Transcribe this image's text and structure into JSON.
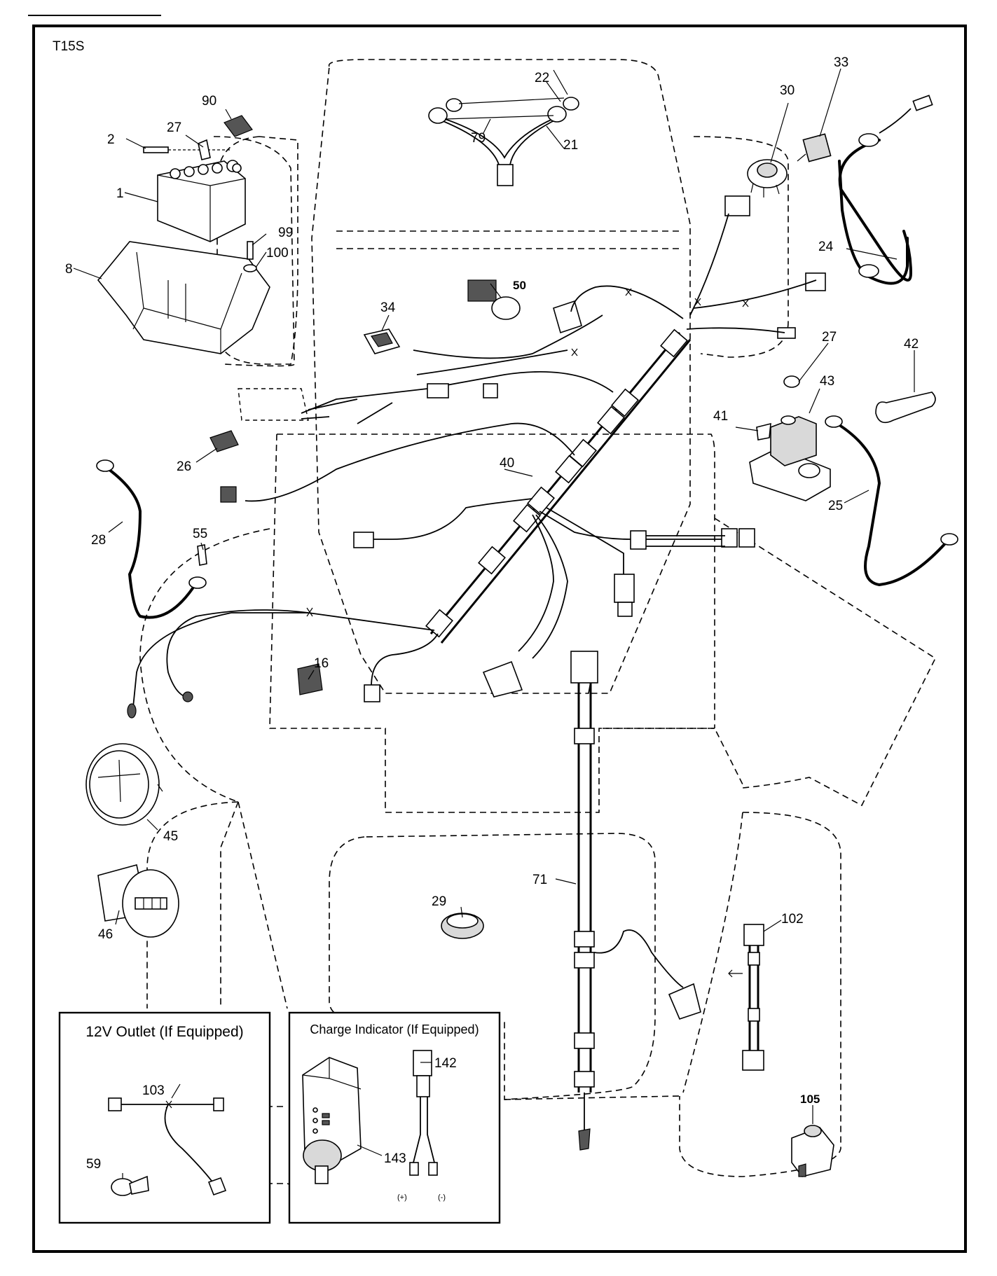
{
  "diagram": {
    "model": "T15S",
    "callouts": {
      "p1": "1",
      "p2": "2",
      "p8": "8",
      "p16": "16",
      "p21": "21",
      "p22": "22",
      "p24": "24",
      "p25": "25",
      "p26": "26",
      "p27a": "27",
      "p27b": "27",
      "p28": "28",
      "p29": "29",
      "p30": "30",
      "p33": "33",
      "p34": "34",
      "p40": "40",
      "p41": "41",
      "p42": "42",
      "p43": "43",
      "p45": "45",
      "p46": "46",
      "p50": "50",
      "p55": "55",
      "p59": "59",
      "p71": "71",
      "p79": "79",
      "p90": "90",
      "p99": "99",
      "p100": "100",
      "p102": "102",
      "p103": "103",
      "p105": "105",
      "p142": "142",
      "p143": "143"
    },
    "outlet_box": {
      "title": "12V Outlet  (If Equipped)"
    },
    "charge_box": {
      "title": "Charge Indicator (If Equipped)",
      "plus": "(+)",
      "minus": "(-)"
    }
  }
}
